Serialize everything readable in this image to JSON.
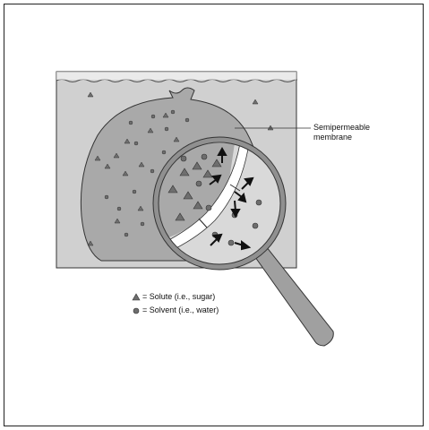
{
  "labels": {
    "membrane_line1": "Semipermeable",
    "membrane_line2": "membrane"
  },
  "legend": [
    {
      "symbol": "triangle",
      "text": "= Solute (i.e., sugar)"
    },
    {
      "symbol": "circle",
      "text": "= Solvent (i.e., water)"
    }
  ],
  "colors": {
    "water": "#d0d0d0",
    "balloon": "#a9a9a9",
    "particle": "#6e6e6e",
    "lens_fill": "#d9d9d9",
    "lens_ring": "#909090",
    "membrane_band": "#ffffff",
    "arrow": "#111111",
    "outline": "#333333"
  }
}
